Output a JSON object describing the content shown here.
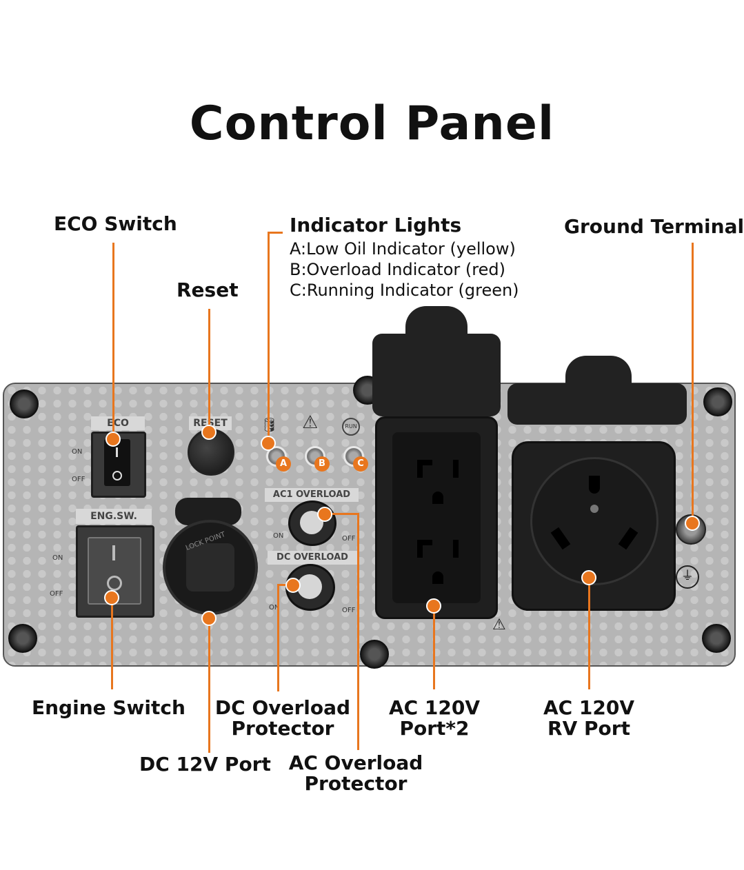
{
  "title": "Control Panel",
  "callouts": {
    "eco_switch": "ECO Switch",
    "reset": "Reset",
    "indicator_lights": {
      "heading": "Indicator Lights",
      "lines": [
        "A:Low Oil Indicator (yellow)",
        "B:Overload Indicator (red)",
        "C:Running Indicator (green)"
      ]
    },
    "ground_terminal": "Ground Terminal",
    "engine_switch": "Engine Switch",
    "dc_overload": [
      "DC Overload",
      "Protector"
    ],
    "dc_port": "DC 12V Port",
    "ac_overload": [
      "AC Overload",
      "Protector"
    ],
    "ac_port": [
      "AC 120V",
      "Port*2"
    ],
    "rv_port": [
      "AC 120V",
      "RV Port"
    ]
  },
  "panel_labels": {
    "eco": "ECO",
    "reset": "RESET",
    "on": "ON",
    "off": "OFF",
    "eng_sw": "ENG.SW.",
    "ac1_overload": "AC1 OVERLOAD",
    "dc_overload": "DC OVERLOAD",
    "lock_point": "LOCK POINT",
    "run": "RUN",
    "led_a": "A",
    "led_b": "B",
    "led_c": "C"
  },
  "colors": {
    "accent": "#e8761e",
    "panel": "#b5b5b5",
    "text": "#111111"
  },
  "icons": [
    "oil-can-icon",
    "warning-triangle-icon",
    "run-icon",
    "ground-symbol-icon",
    "electric-hazard-icon"
  ]
}
